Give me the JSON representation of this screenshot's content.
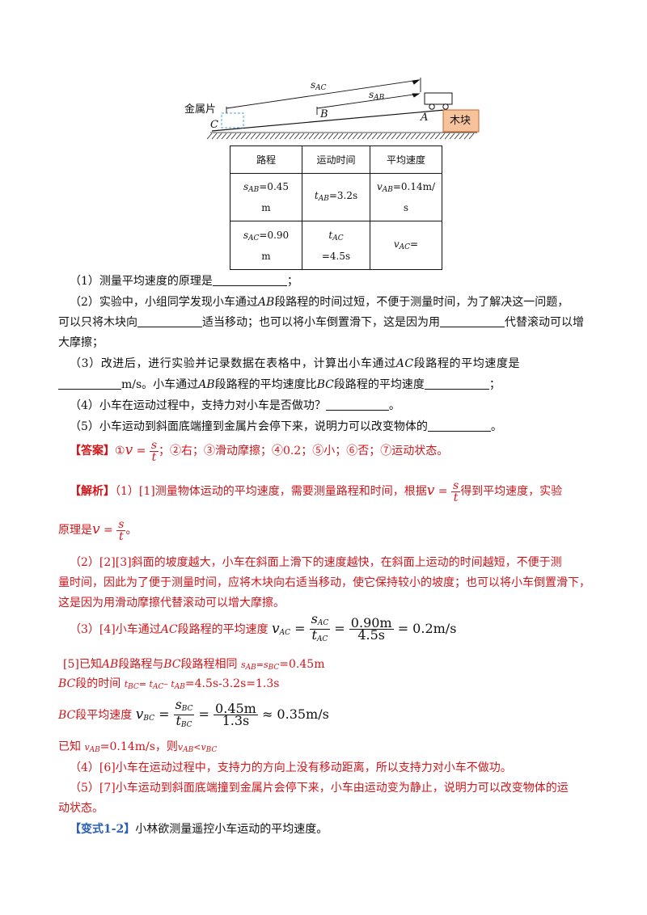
{
  "diagram": {
    "label_metal": "金属片",
    "label_C": "C",
    "label_B": "B",
    "label_A": "A",
    "label_sAC": "s",
    "label_sAC_sub": "AC",
    "label_sAB": "s",
    "label_sAB_sub": "AB",
    "label_block": "木块"
  },
  "table": {
    "headers": [
      "路程",
      "运动时间",
      "平均速度"
    ],
    "rows": [
      {
        "s_sym": "s",
        "s_sub": "AB",
        "s_val": "=0.45",
        "s_unit": "m",
        "t_sym": "t",
        "t_sub": "AB",
        "t_val": "=3.2s",
        "v_sym": "v",
        "v_sub": "AB",
        "v_val": "=0.14m/",
        "v_unit": "s"
      },
      {
        "s_sym": "s",
        "s_sub": "AC",
        "s_val": "=0.90",
        "s_unit": "m",
        "t_sym": "t",
        "t_sub": "AC",
        "t_val": "=4.5s",
        "v_sym": "v",
        "v_sub": "AC",
        "v_val": "="
      }
    ]
  },
  "questions": {
    "q1": "（1）测量平均速度的原理是",
    "q1_end": "；",
    "q2_a": "（2）实验中，小组同学发现小车通过",
    "q2_ab": "AB",
    "q2_b": "段路程的时间过短，不便于测量时间，为了解决这一问题，",
    "q2_c": "可以只将木块向",
    "q2_d": "适当移动；也可以将小车倒置滑下，这是因为用",
    "q2_e": "代替滚动可以增",
    "q2_f": "大摩擦；",
    "q3_a": "（3）改进后，进行实验并记录数据在表格中，计算出小车通过",
    "q3_ac": "AC",
    "q3_b": "段路程的平均速度是",
    "q3_c": "m/s。小车通过",
    "q3_ab": "AB",
    "q3_d": "段路程的平均速度比",
    "q3_bc": "BC",
    "q3_e": "段路程的平均速度",
    "q3_end": "；",
    "q4": "（4）小车在运动过程中，支持力对小车是否做功？",
    "q4_end": "。",
    "q5": "（5）小车运动到斜面底端撞到金属片会停下来，说明力可以改变物体的",
    "q5_end": "。"
  },
  "answer": {
    "tag": "【答案】",
    "p1": "①",
    "p2": "；②右；③滑动摩擦；④0.2；⑤小；⑥否；⑦运动状态。"
  },
  "analysis": {
    "tag": "【解析】",
    "l1_a": "（1）[1]测量物体运动的平均速度，需要测量路程和时间，根据",
    "l1_b": "得到平均速度，实验",
    "l2_a": "原理是",
    "l2_b": "。",
    "l3": "（2）[2][3]斜面的坡度越大，小车在斜面上滑下的速度越快，在斜面上运动的时间越短，不便于测",
    "l4": "量时间，因此为了便于测量时间，应将木块向右适当移动，使它保持较小的坡度；也可以将小车倒置滑下，",
    "l5": "这是因为用滑动摩擦代替滚动可以增大摩擦。",
    "l6_a": "（3）[4]小车通过",
    "l6_ac": "AC",
    "l6_b": "段路程的平均速度",
    "l6_eq": "= 0.2m/s",
    "l6_num": "0.90m",
    "l6_den": "4.5s",
    "l7_a": "[5]已知",
    "l7_ab": "AB",
    "l7_b": "段路程与",
    "l7_bc": "BC",
    "l7_c": "段路程相同",
    "l7_d": "=0.45m",
    "l8_bc": "BC",
    "l8_a": "段的时间",
    "l8_b": "=4.5s-3.2s=1.3s",
    "l9_bc": "BC",
    "l9_a": "段平均速度",
    "l9_num": "0.45m",
    "l9_den": "1.3s",
    "l9_eq": "≈ 0.35m/s",
    "l10_a": "已知",
    "l10_b": "=0.14m/s，则",
    "l11": "（4）[6]小车在运动过程中，支持力的方向上没有移动距离，所以支持力对小车不做功。",
    "l12": "（5）[7]小车运动到斜面底端撞到金属片会停下来，小车由运动变为静止，说明力可以改变物体的运",
    "l13": "动状态。"
  },
  "variant": {
    "tag": "【变式1-2】",
    "text": "小林欲测量遥控小车运动的平均速度。"
  }
}
